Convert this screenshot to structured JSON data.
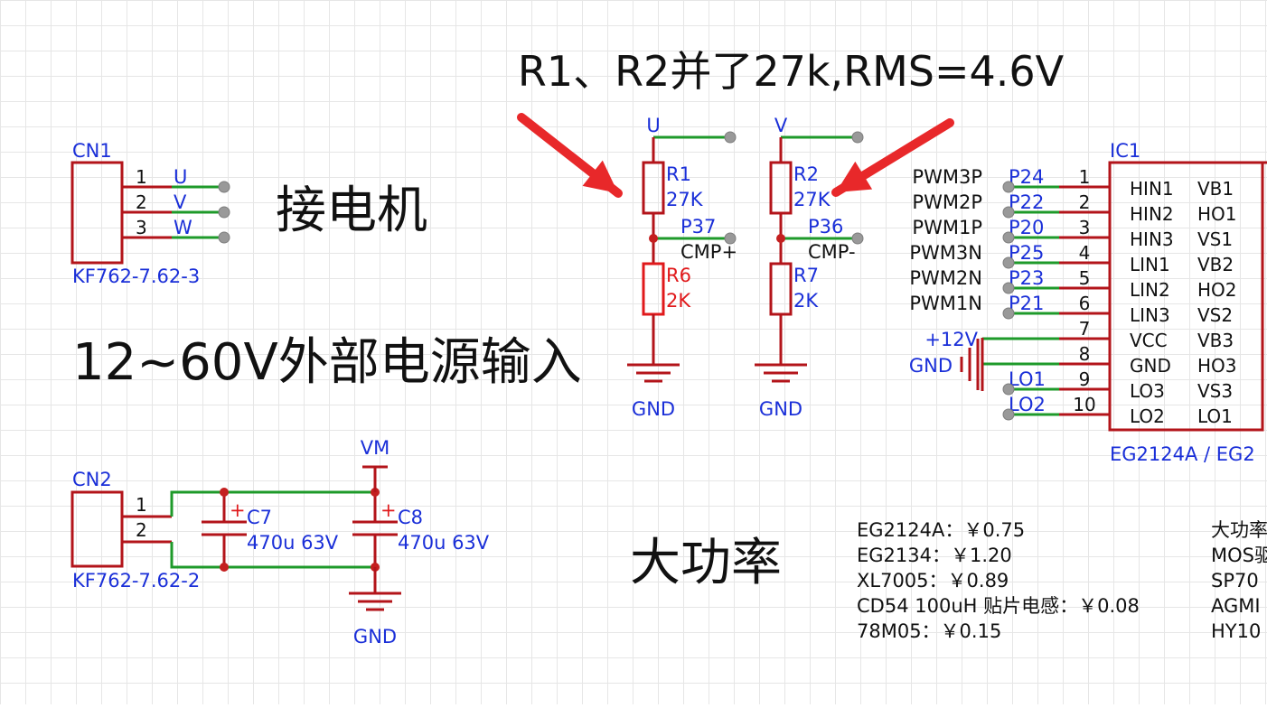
{
  "annotation": {
    "text": "R1、R2并了27k,RMS=4.6V",
    "color": "#e8282a"
  },
  "labels": {
    "motor": "接电机",
    "power_input": "12~60V外部电源输入",
    "high_power": "大功率"
  },
  "cn1": {
    "ref": "CN1",
    "part": "KF762-7.62-3",
    "pins": [
      {
        "num": "1",
        "net": "U"
      },
      {
        "num": "2",
        "net": "V"
      },
      {
        "num": "3",
        "net": "W"
      }
    ]
  },
  "cn2": {
    "ref": "CN2",
    "part": "KF762-7.62-2",
    "pins": [
      {
        "num": "1"
      },
      {
        "num": "2"
      }
    ]
  },
  "caps": [
    {
      "ref": "C7",
      "value": "470u 63V"
    },
    {
      "ref": "C8",
      "value": "470u 63V"
    }
  ],
  "power_nets": {
    "vm": "VM",
    "gnd": "GND",
    "p12v": "+12V"
  },
  "dividers": [
    {
      "top_net": "U",
      "r_top_ref": "R1",
      "r_top_val": "27K",
      "mid_pin": "P37",
      "mid_net": "CMP+",
      "r_bot_ref": "R6",
      "r_bot_val": "2K",
      "highlight": true
    },
    {
      "top_net": "V",
      "r_top_ref": "R2",
      "r_top_val": "27K",
      "mid_pin": "P36",
      "mid_net": "CMP-",
      "r_bot_ref": "R7",
      "r_bot_val": "2K",
      "highlight": false
    }
  ],
  "ic1": {
    "ref": "IC1",
    "part": "EG2124A / EG2",
    "pins": [
      {
        "num": "1",
        "sig": "PWM3P",
        "port": "P24",
        "left": "HIN1",
        "right": "VB1"
      },
      {
        "num": "2",
        "sig": "PWM2P",
        "port": "P22",
        "left": "HIN2",
        "right": "HO1"
      },
      {
        "num": "3",
        "sig": "PWM1P",
        "port": "P20",
        "left": "HIN3",
        "right": "VS1"
      },
      {
        "num": "4",
        "sig": "PWM3N",
        "port": "P25",
        "left": "LIN1",
        "right": "VB2"
      },
      {
        "num": "5",
        "sig": "PWM2N",
        "port": "P23",
        "left": "LIN2",
        "right": "HO2"
      },
      {
        "num": "6",
        "sig": "PWM1N",
        "port": "P21",
        "left": "LIN3",
        "right": "VS2"
      },
      {
        "num": "7",
        "sig": "",
        "port": "",
        "left": "VCC",
        "right": "VB3"
      },
      {
        "num": "8",
        "sig": "",
        "port": "",
        "left": "GND",
        "right": "HO3"
      },
      {
        "num": "9",
        "sig": "",
        "port": "LO1",
        "left": "LO3",
        "right": "VS3"
      },
      {
        "num": "10",
        "sig": "",
        "port": "LO2",
        "left": "LO2",
        "right": "LO1"
      }
    ]
  },
  "prices": [
    "EG2124A：￥0.75",
    "EG2134：￥1.20",
    "XL7005：￥0.89",
    "CD54 100uH 贴片电感：￥0.08",
    "78M05：￥0.15"
  ],
  "prices_right": [
    "大功率",
    "MOS驱",
    "SP70",
    "AGMI",
    "HY10"
  ],
  "colors": {
    "wire": "#1e9a2a",
    "component": "#b3141a",
    "net_label": "#1a2fd8",
    "highlight": "#e0191b",
    "junction": "#c41f1f",
    "arrow": "#e8282a",
    "grid": "#e6e6e6"
  }
}
